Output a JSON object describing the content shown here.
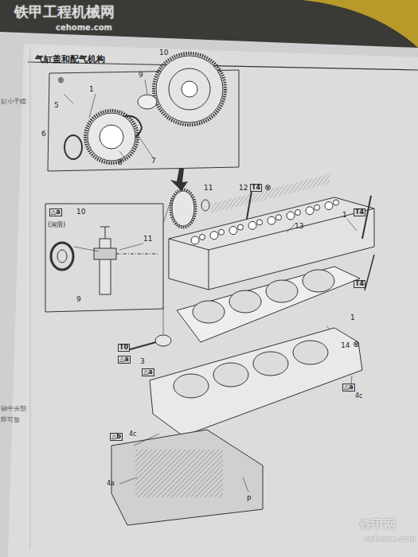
{
  "diagram": {
    "title": "气缸盖和配气机构",
    "labels": [
      "铁甲工程机械网",
      "cehome.com",
      "⊗",
      "9",
      "10",
      "5",
      "6",
      "1",
      "8",
      "7",
      "△a",
      "10",
      "(润滑)",
      "11",
      "9",
      "11",
      "12",
      "T4",
      "⊗",
      "13",
      "1",
      "T4",
      "T4",
      "1",
      "14",
      "⊗",
      "3",
      "T0",
      "△a",
      "△a",
      "4c",
      "△a",
      "△b",
      "4c",
      "4a",
      "P",
      "缸小干瞌",
      "轴中央朝",
      "即可放",
      "铁甲网",
      "cehome.com"
    ]
  }
}
